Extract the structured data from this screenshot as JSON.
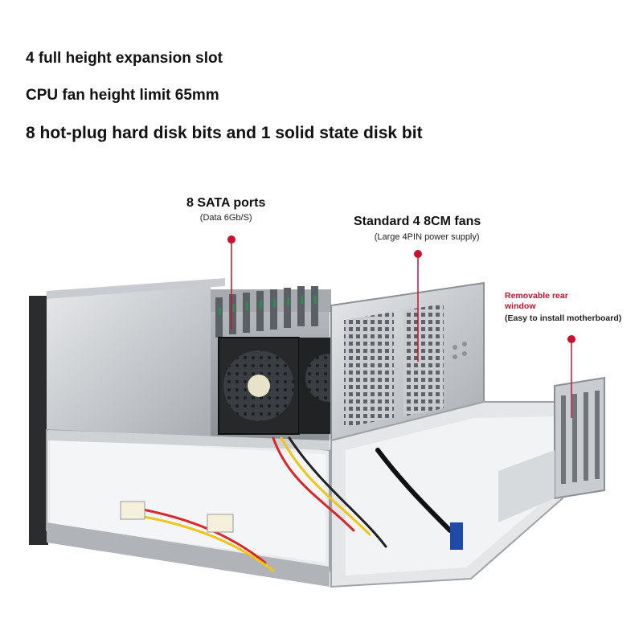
{
  "headlines": {
    "line1": "4 full height expansion slot",
    "line2": "CPU fan height limit 65mm",
    "line3": "8 hot-plug hard disk bits and 1 solid state disk bit"
  },
  "callouts": {
    "sata": {
      "title": "8 SATA ports",
      "subtitle": "(Data 6Gb/S)"
    },
    "fans": {
      "title": "Standard 4 8CM fans",
      "subtitle": "(Large 4PIN power supply)"
    },
    "rear": {
      "title_line1": "Removable rear",
      "title_line2": "window",
      "subtitle": "(Easy to install motherboard)"
    }
  },
  "colors": {
    "accent_red": "#c8102e",
    "steel_light": "#d9dcdf",
    "steel_mid": "#b9bdc1",
    "steel_dark": "#7d8287"
  }
}
